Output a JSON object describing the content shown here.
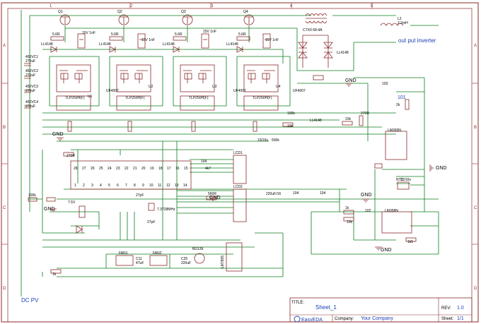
{
  "frame": {
    "col_numbers": [
      "1",
      "2",
      "3",
      "4",
      "5"
    ],
    "row_letters": [
      "A",
      "B",
      "C",
      "D"
    ]
  },
  "title_block": {
    "title_label": "TITLE:",
    "title_value": "Sheet_1",
    "rev_label": "REV:",
    "rev_value": "1.0",
    "company_label": "Company:",
    "company_value": "Your Company",
    "sheet_label": "Sheet:",
    "sheet_value": "1/1",
    "logo_text": "EasyEDA"
  },
  "transistors": [
    "Q1",
    "Q2",
    "Q3",
    "Q4"
  ],
  "optocouplers": [
    {
      "ref": "U1",
      "part": "TLP250H(F)"
    },
    {
      "ref": "U2",
      "part": "TLP250H(F)"
    },
    {
      "ref": "U3",
      "part": "TLP250H(F)"
    },
    {
      "ref": "U4",
      "part": "TLP250H(F)"
    }
  ],
  "gate_resistor": "5.6R",
  "gate_diode": "LL4148",
  "bootstrap_cap": "15V 1nF",
  "ufdiode": "UF4007",
  "caps_left": [
    {
      "ref": "450VC1",
      "val": "270uF"
    },
    {
      "ref": "450VC2",
      "val": "270uF"
    },
    {
      "ref": "450VC3",
      "val": "270uF"
    },
    {
      "ref": "450VC4",
      "val": "270uF"
    }
  ],
  "transformer": "CTX0 68-4A",
  "inductor": {
    "ref": "L2",
    "val": "2.2mH"
  },
  "output_label": "out put inverter",
  "dc_label": "DC PV",
  "gnd": "GND",
  "pic_pins_top": [
    "28",
    "27",
    "26",
    "25",
    "24",
    "23",
    "22",
    "21",
    "20",
    "19",
    "18",
    "17",
    "16",
    "15"
  ],
  "pic_pins_bottom": [
    "1",
    "2",
    "3",
    "4",
    "5",
    "6",
    "7",
    "8",
    "9",
    "10",
    "11",
    "12",
    "13",
    "14"
  ],
  "lcd_labels": [
    "LCD1",
    "LCD2"
  ],
  "fan_labels": [
    "FAN1",
    "FAN2"
  ],
  "caps_bottom": [
    {
      "ref": "C11",
      "val": "47uF"
    },
    {
      "ref": "C25",
      "val": "220uF"
    }
  ],
  "regulator": "BD139",
  "lm7805": "LM7805",
  "opamp_right": "LM358N",
  "opamp_mid": "LM393N",
  "ntc": "NTC",
  "crystal": "7.3728MHz",
  "cap_27pf": "27pF",
  "cap_220u16": "220uF/16",
  "cap_10u16": "10/16v",
  "misc_labels": [
    "100k",
    "10k",
    "270R",
    "10k",
    "560R",
    "4k7",
    "104",
    "102",
    "103",
    "1k",
    "500k",
    "104",
    "7.5V",
    "LL4148",
    "101",
    "2k",
    "1k5",
    "10k",
    "1k"
  ]
}
